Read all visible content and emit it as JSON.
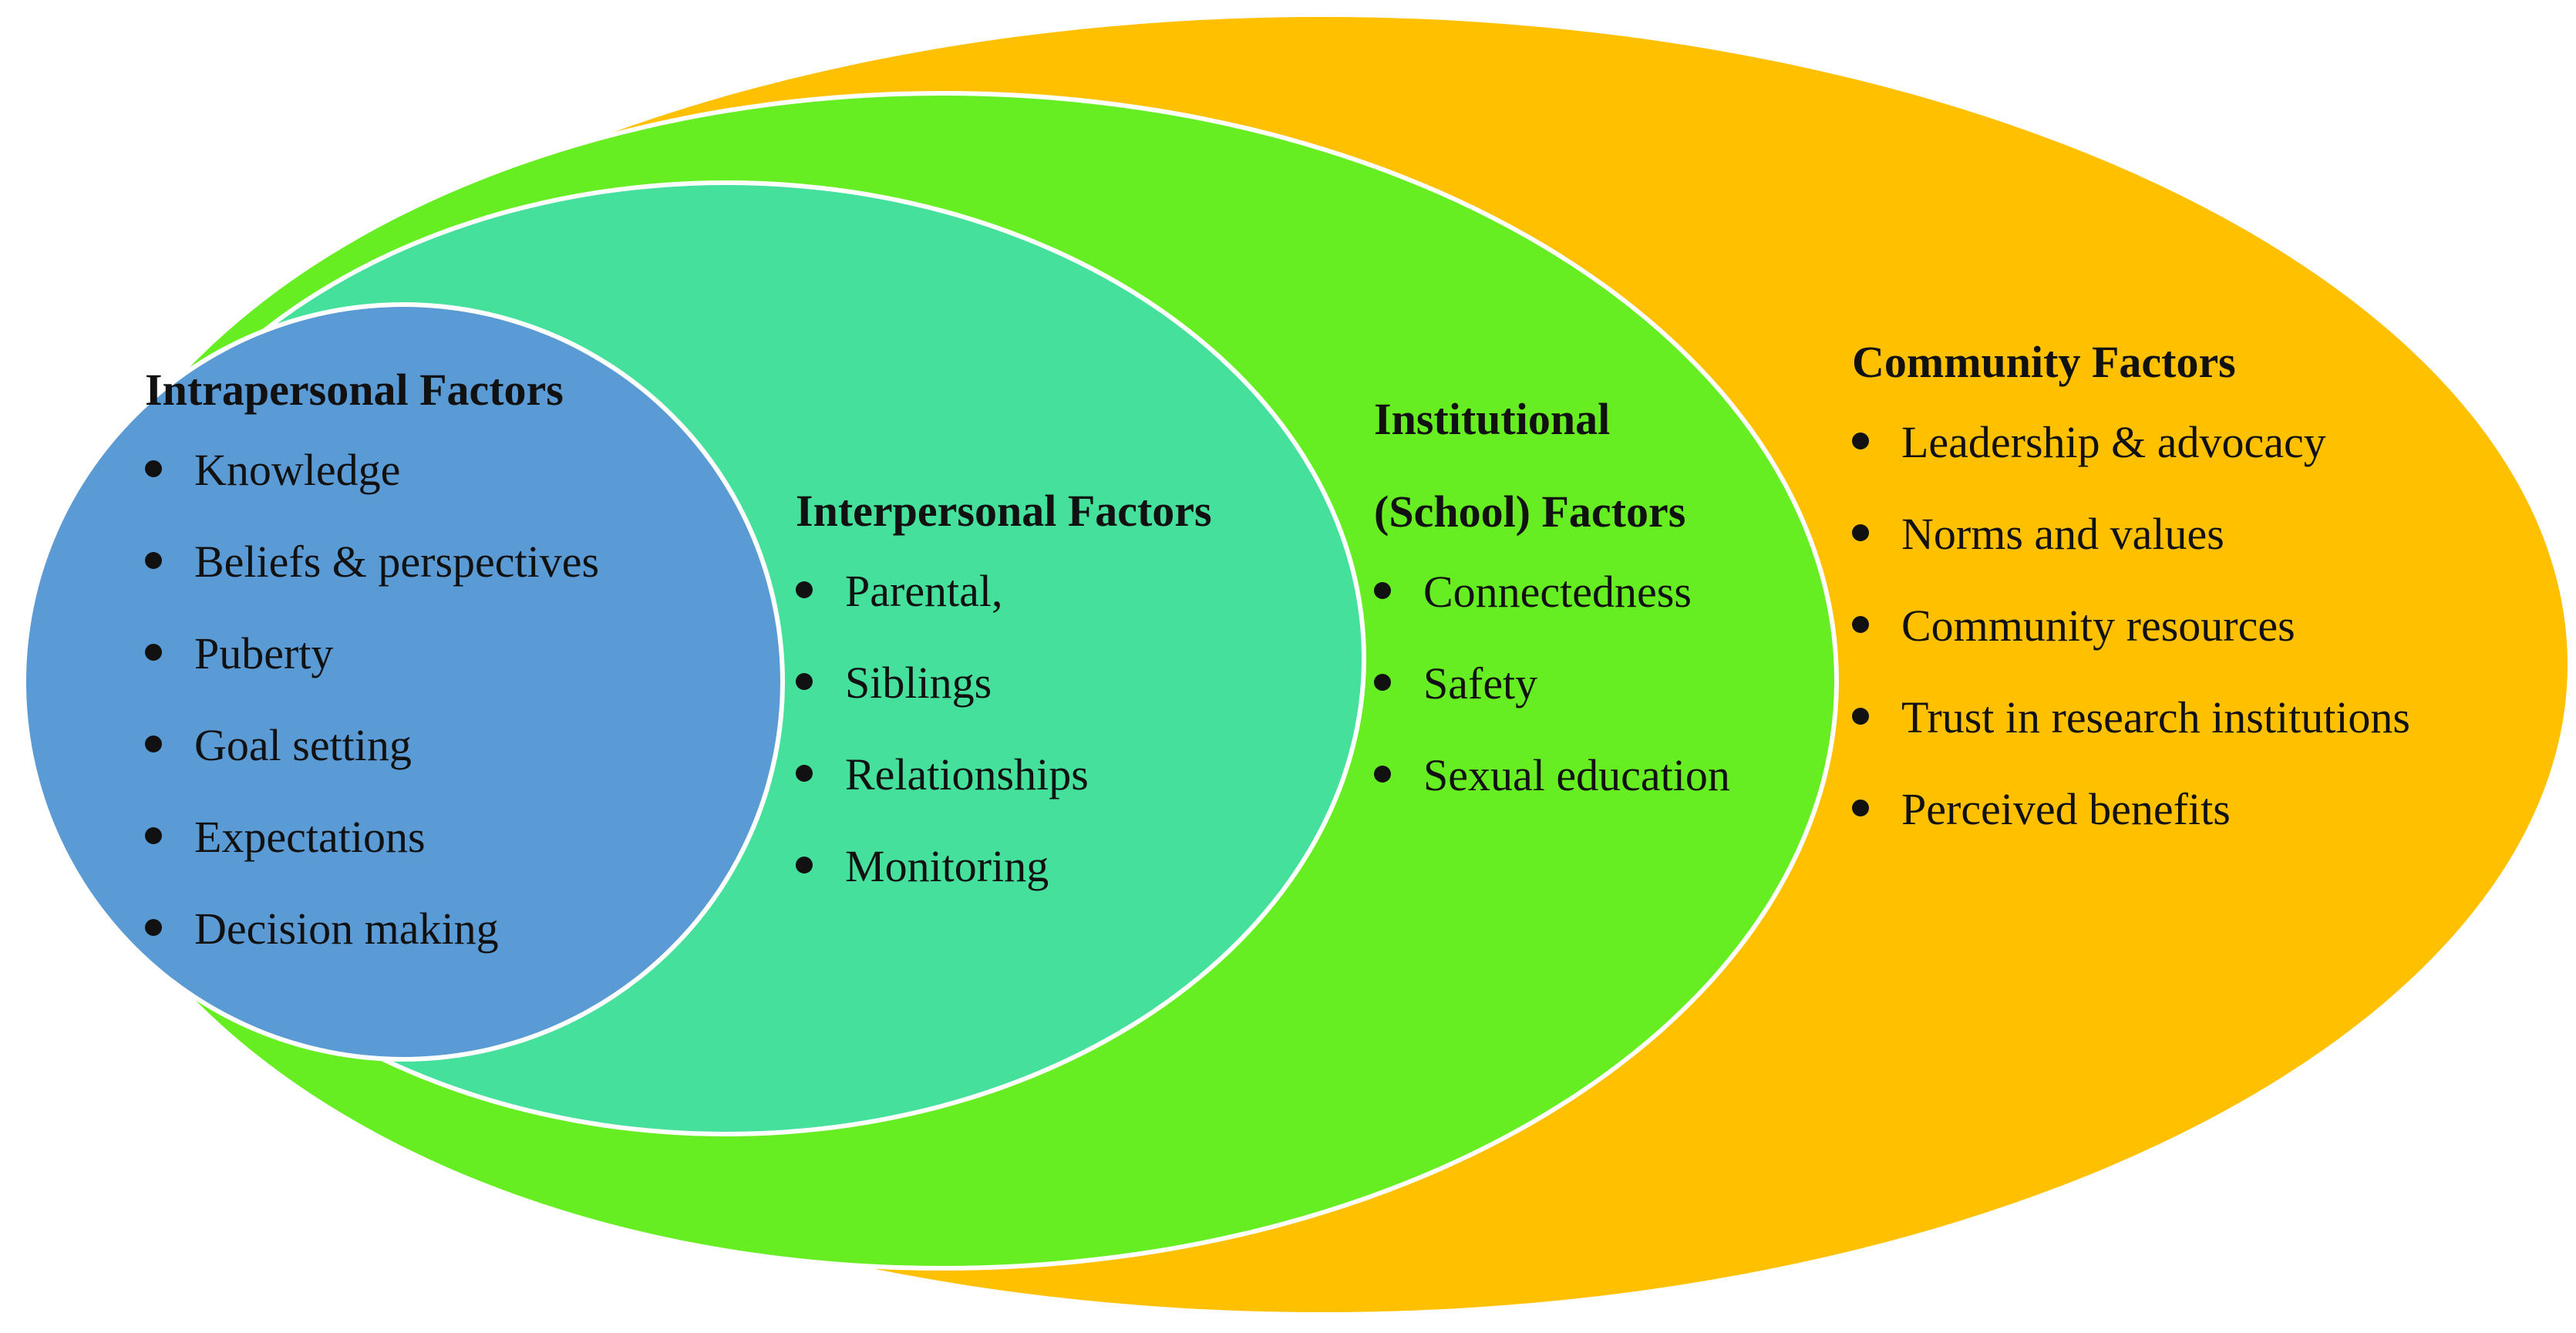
{
  "colors": {
    "community": "#FFC000",
    "institutional": "#66EE22",
    "interpersonal": "#44E09C",
    "intrapersonal": "#5B9BD5",
    "ring_border": "#ffffff",
    "text": "#111111"
  },
  "community": {
    "title": "Community Factors",
    "items": [
      "Leadership & advocacy",
      "Norms and values",
      "Community resources",
      "Trust in research institutions",
      "Perceived benefits"
    ]
  },
  "institutional": {
    "title_line1": "Institutional",
    "title_line2": "(School) Factors",
    "items": [
      "Connectedness",
      "Safety",
      "Sexual education"
    ]
  },
  "interpersonal": {
    "title": "Interpersonal Factors",
    "items": [
      "Parental,",
      "Siblings",
      "Relationships",
      "Monitoring"
    ]
  },
  "intrapersonal": {
    "title": "Intrapersonal Factors",
    "items": [
      "Knowledge",
      "Beliefs & perspectives",
      "Puberty",
      "Goal setting",
      "Expectations",
      "Decision making"
    ]
  }
}
